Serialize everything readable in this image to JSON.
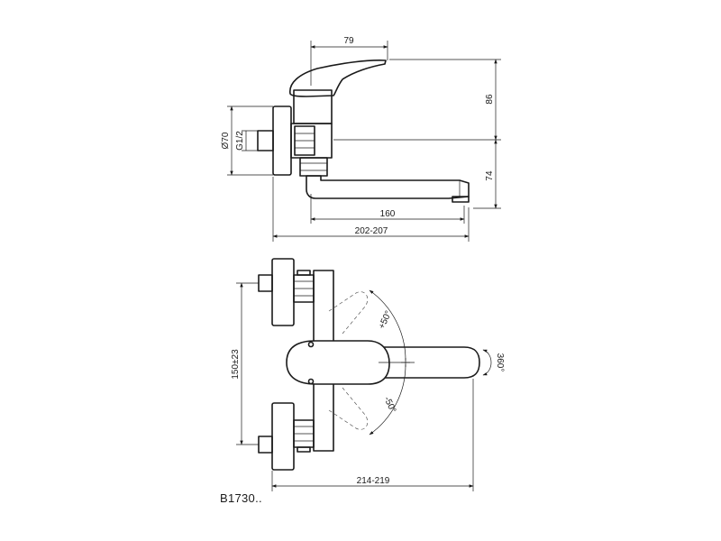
{
  "model_code": "B1730..",
  "side_view": {
    "dim_lever_length": "79",
    "dim_upper_height": "86",
    "dim_lower_height": "74",
    "dim_spout_reach": "160",
    "dim_total_reach": "202-207",
    "dim_flange_diameter": "Ø70",
    "dim_thread": "G1/2"
  },
  "top_view": {
    "dim_centers": "150±23",
    "dim_total_reach": "214-219",
    "angle_plus": "+50°",
    "angle_minus": "-50°",
    "angle_spout_rotation": "360°"
  }
}
